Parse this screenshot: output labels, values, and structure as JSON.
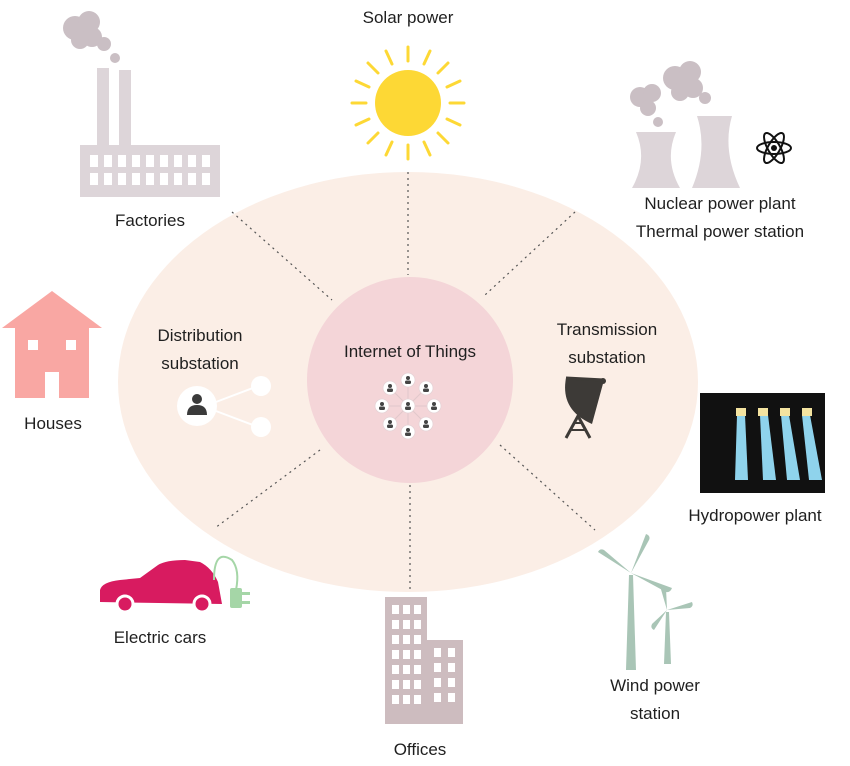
{
  "center": {
    "label": "Internet of Things"
  },
  "inner_segments": {
    "left": [
      "Distribution",
      "substation"
    ],
    "right": [
      "Transmission",
      "substation"
    ]
  },
  "sources": {
    "solar": "Solar power",
    "nuclear": [
      "Nuclear power plant",
      "Thermal power station"
    ],
    "hydro": "Hydropower plant",
    "wind": [
      "Wind power",
      "station"
    ]
  },
  "consumers": {
    "factories": "Factories",
    "houses": "Houses",
    "electric_cars": "Electric cars",
    "offices": "Offices"
  },
  "colors": {
    "outer_ellipse": "#fbeee6",
    "center_circle": "#f4d5d8",
    "factory": "#ddd5d9",
    "smoke": "#cabfc4",
    "sun": "#fdd835",
    "house": "#f9a7a3",
    "car": "#d81b60",
    "plug": "#a5d6a7",
    "offices": "#cdbcbf",
    "wind": "#a9c5b6",
    "hydro_dark": "#111111",
    "hydro_water": "#8fd3ec",
    "dish": "#3d3a37",
    "divider": "#555555"
  },
  "icons": [
    "smoke-stack-icon",
    "sun-icon",
    "cooling-tower-icon",
    "atom-icon",
    "house-icon",
    "people-network-icon",
    "user-icon",
    "satellite-dish-icon",
    "dam-icon",
    "car-icon",
    "plug-icon",
    "office-building-icon",
    "wind-turbine-icon"
  ]
}
